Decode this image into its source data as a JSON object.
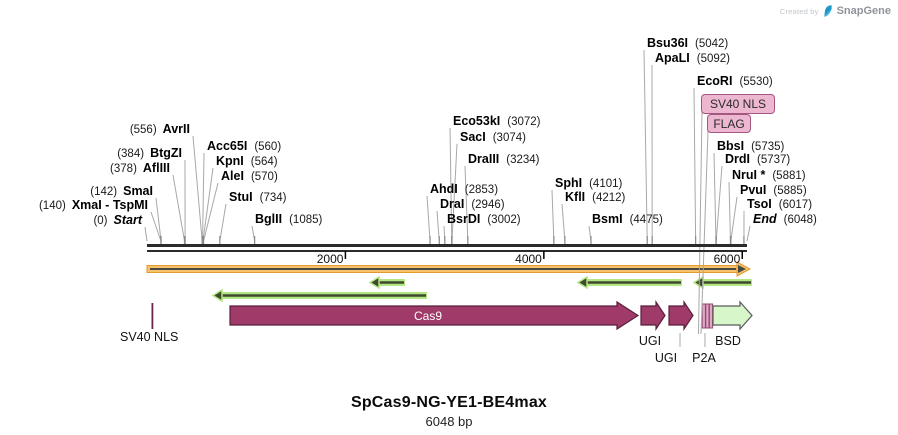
{
  "credit": {
    "created_by": "Created by",
    "brand": "SnapGene"
  },
  "plasmid": {
    "title": "SpCas9-NG-YE1-BE4max",
    "length_label": "6048 bp"
  },
  "ruler": {
    "tick_labels": [
      "2000",
      "4000",
      "6000"
    ],
    "tick_bp": [
      2000,
      4000,
      6000
    ]
  },
  "colors": {
    "cds_maroon": "#a03a68",
    "cds_maroon_border": "#571f3c",
    "bsd_green": "#d7f6ca",
    "bsd_green_border": "#5a5a5a",
    "feature_pink": "#e3a7c6",
    "feature_pink_border": "#8f4a72",
    "label_box_pink": "#edb7d2",
    "label_box_border": "#a4577f",
    "frame_orange": "#f6c26e",
    "frame_orange_border": "#e09b30",
    "orf_green": "#b2e682",
    "arrow_dark": "#40482f",
    "leader_gray": "#a8a8a8",
    "line_black": "#2b2b2b",
    "tick_gray": "#8a8a8a"
  },
  "enzymes": [
    {
      "name": "Start",
      "bp": 0,
      "pos_label": "(0)",
      "fmt": "num_first",
      "italic": true
    },
    {
      "name": "XmaI - TspMI",
      "bp": 140,
      "pos_label": "(140)",
      "fmt": "num_first",
      "italic": false
    },
    {
      "name": "SmaI",
      "bp": 142,
      "pos_label": "(142)",
      "fmt": "num_first",
      "italic": false
    },
    {
      "name": "AflIII",
      "bp": 378,
      "pos_label": "(378)",
      "fmt": "num_first",
      "italic": false
    },
    {
      "name": "BtgZI",
      "bp": 384,
      "pos_label": "(384)",
      "fmt": "num_first",
      "italic": false
    },
    {
      "name": "AvrII",
      "bp": 556,
      "pos_label": "(556)",
      "fmt": "num_first",
      "italic": false
    },
    {
      "name": "Acc65I",
      "bp": 560,
      "pos_label": "(560)",
      "fmt": "name_first",
      "italic": false
    },
    {
      "name": "KpnI",
      "bp": 564,
      "pos_label": "(564)",
      "fmt": "name_first",
      "italic": false
    },
    {
      "name": "AleI",
      "bp": 570,
      "pos_label": "(570)",
      "fmt": "name_first",
      "italic": false
    },
    {
      "name": "StuI",
      "bp": 734,
      "pos_label": "(734)",
      "fmt": "name_first",
      "italic": false
    },
    {
      "name": "BglII",
      "bp": 1085,
      "pos_label": "(1085)",
      "fmt": "name_first",
      "italic": false
    },
    {
      "name": "AhdI",
      "bp": 2853,
      "pos_label": "(2853)",
      "fmt": "name_first",
      "italic": false
    },
    {
      "name": "DraI",
      "bp": 2946,
      "pos_label": "(2946)",
      "fmt": "name_first",
      "italic": false
    },
    {
      "name": "BsrDI",
      "bp": 3002,
      "pos_label": "(3002)",
      "fmt": "name_first",
      "italic": false
    },
    {
      "name": "Eco53kI",
      "bp": 3072,
      "pos_label": "(3072)",
      "fmt": "name_first",
      "italic": false
    },
    {
      "name": "SacI",
      "bp": 3074,
      "pos_label": "(3074)",
      "fmt": "name_first",
      "italic": false
    },
    {
      "name": "DraIII",
      "bp": 3234,
      "pos_label": "(3234)",
      "fmt": "name_first",
      "italic": false
    },
    {
      "name": "SphI",
      "bp": 4101,
      "pos_label": "(4101)",
      "fmt": "name_first",
      "italic": false
    },
    {
      "name": "KflI",
      "bp": 4212,
      "pos_label": "(4212)",
      "fmt": "name_first",
      "italic": false
    },
    {
      "name": "BsmI",
      "bp": 4475,
      "pos_label": "(4475)",
      "fmt": "name_first",
      "italic": false
    },
    {
      "name": "Bsu36I",
      "bp": 5042,
      "pos_label": "(5042)",
      "fmt": "name_first",
      "italic": false
    },
    {
      "name": "ApaLI",
      "bp": 5092,
      "pos_label": "(5092)",
      "fmt": "name_first",
      "italic": false
    },
    {
      "name": "EcoRI",
      "bp": 5530,
      "pos_label": "(5530)",
      "fmt": "name_first",
      "italic": false
    },
    {
      "name": "BbsI",
      "bp": 5735,
      "pos_label": "(5735)",
      "fmt": "name_first",
      "italic": false
    },
    {
      "name": "DrdI",
      "bp": 5737,
      "pos_label": "(5737)",
      "fmt": "name_first",
      "italic": false
    },
    {
      "name": "NruI *",
      "bp": 5881,
      "pos_label": "(5881)",
      "fmt": "name_first",
      "italic": false
    },
    {
      "name": "PvuI",
      "bp": 5885,
      "pos_label": "(5885)",
      "fmt": "name_first",
      "italic": false
    },
    {
      "name": "TsoI",
      "bp": 6017,
      "pos_label": "(6017)",
      "fmt": "name_first",
      "italic": false
    },
    {
      "name": "End",
      "bp": 6048,
      "pos_label": "(6048)",
      "fmt": "name_first",
      "italic": true
    }
  ],
  "pink_labels": [
    {
      "text": "SV40 NLS"
    },
    {
      "text": "FLAG"
    }
  ],
  "features": {
    "cas9_label": "Cas9",
    "sv40_nls_label": "SV40 NLS",
    "ugi_label_1": "UGI",
    "ugi_label_2": "UGI",
    "p2a_label": "P2A",
    "bsd_label": "BSD"
  }
}
